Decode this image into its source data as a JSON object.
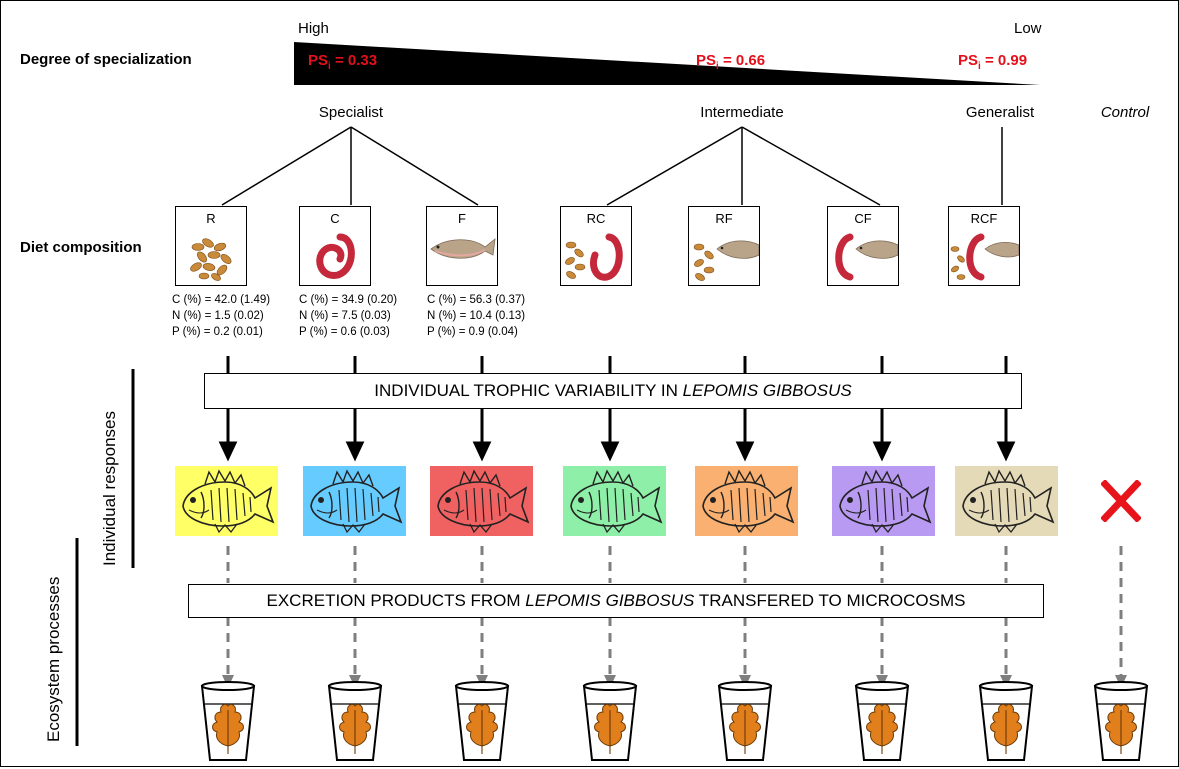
{
  "specialization": {
    "row_label": "Degree of specialization",
    "high": "High",
    "low": "Low",
    "ps_prefix": "PS",
    "ps_sub": "i",
    "ps_values": [
      " = 0.33",
      " = 0.66",
      " = 0.99"
    ]
  },
  "groups": {
    "specialist": "Specialist",
    "intermediate": "Intermediate",
    "generalist": "Generalist",
    "control": "Control"
  },
  "diet": {
    "row_label": "Diet composition",
    "boxes": [
      {
        "code": "R"
      },
      {
        "code": "C"
      },
      {
        "code": "F"
      },
      {
        "code": "RC"
      },
      {
        "code": "RF"
      },
      {
        "code": "CF"
      },
      {
        "code": "RCF"
      }
    ],
    "stats": [
      [
        "C (%) = 42.0 (1.49)",
        "N (%) = 1.5 (0.02)",
        "P (%) = 0.2 (0.01)"
      ],
      [
        "C (%) = 34.9 (0.20)",
        "N (%) = 7.5 (0.03)",
        "P (%) = 0.6 (0.03)"
      ],
      [
        "C (%) = 56.3 (0.37)",
        "N (%) = 10.4 (0.13)",
        "P (%) = 0.9 (0.04)"
      ]
    ]
  },
  "individual_bar": {
    "text_normal": "INDIVIDUAL TROPHIC VARIABILITY IN ",
    "text_italic": "LEPOMIS GIBBOSUS"
  },
  "excretion_bar": {
    "text_a": "EXCRETION PRODUCTS FROM ",
    "text_italic": "LEPOMIS GIBBOSUS",
    "text_b": " TRANSFERED TO MICROCOSMS"
  },
  "side_labels": {
    "individual": "Individual responses",
    "ecosystem": "Ecosystem processes"
  },
  "fish_colors": [
    "#ffff66",
    "#66ccff",
    "#f06262",
    "#8ef0a8",
    "#f9b070",
    "#b99af2",
    "#e5dab8"
  ],
  "colors": {
    "ps_red": "#e3101b",
    "control_cross": "#e8141c",
    "dashed_arrow": "#7f7f7f",
    "rice": "#c98a3a",
    "chili": "#c4283a",
    "trout": "#b9a48a",
    "leaf": "#e07f1c"
  },
  "icons": {
    "rice": "rice-pellet-icon",
    "chili": "chironomid-icon",
    "fish_food": "fish-fillet-icon",
    "sunfish": "sunfish-icon",
    "cross": "cross-icon",
    "cup": "microcosm-cup-icon"
  }
}
